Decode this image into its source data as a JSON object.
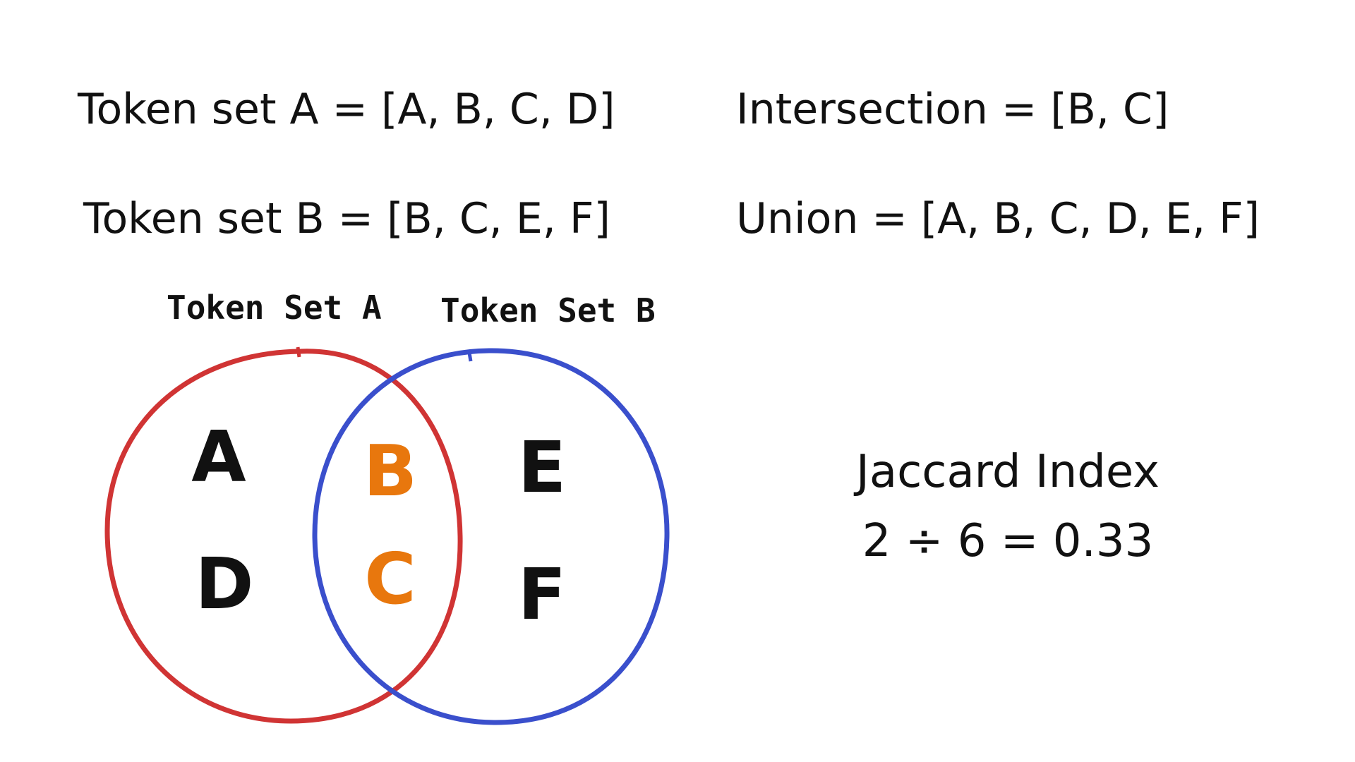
{
  "equations": {
    "set_a": "Token set A = [A, B, C, D]",
    "set_b": "Token set B = [B, C, E, F]",
    "intersection": "Intersection = [B, C]",
    "union": "Union = [A, B, C, D, E, F]"
  },
  "venn": {
    "set_a_label": "Token Set A",
    "set_b_label": "Token Set B",
    "only_a": [
      "A",
      "D"
    ],
    "shared": [
      "B",
      "C"
    ],
    "only_b": [
      "E",
      "F"
    ],
    "colors": {
      "set_a_outline": "#d03434",
      "set_b_outline": "#3a4fcc",
      "shared_text": "#e8770d",
      "text": "#111111"
    }
  },
  "result": {
    "title": "Jaccard Index",
    "formula": "2 ÷ 6 = 0.33"
  }
}
